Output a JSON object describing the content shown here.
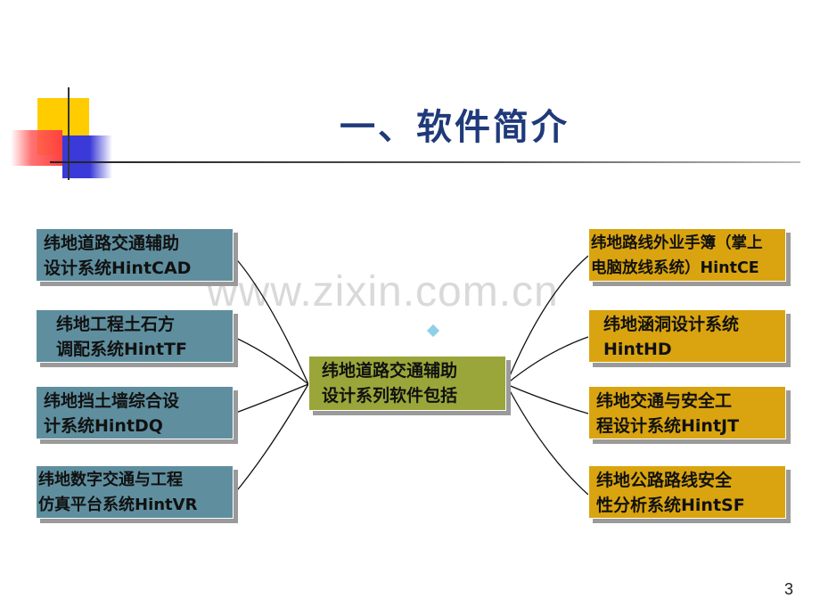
{
  "title": "一、软件简介",
  "watermark": "www.zixin.com.cn",
  "center": {
    "line1": "纬地道路交通辅助",
    "line2": "设计系列软件包括"
  },
  "left_items": [
    {
      "line1": "纬地道路交通辅助",
      "line2": "设计系统HintCAD"
    },
    {
      "line1": "纬地工程土石方",
      "line2": "调配系统HintTF"
    },
    {
      "line1": "纬地挡土墙综合设",
      "line2": "计系统HintDQ"
    },
    {
      "line1": "纬地数字交通与工程",
      "line2": "仿真平台系统HintVR"
    }
  ],
  "right_items": [
    {
      "line1": "纬地路线外业手簿（掌上",
      "line2": "电脑放线系统）HintCE"
    },
    {
      "line1": "纬地涵洞设计系统",
      "line2": "HintHD"
    },
    {
      "line1": "纬地交通与安全工",
      "line2": "程设计系统HintJT"
    },
    {
      "line1": "纬地公路路线安全",
      "line2": "性分析系统HintSF"
    }
  ],
  "page_number": "3",
  "colors": {
    "title": "#1f3a7a",
    "left_box": "#5f8f9f",
    "right_box": "#d9a40f",
    "center_box": "#9aa63a"
  }
}
